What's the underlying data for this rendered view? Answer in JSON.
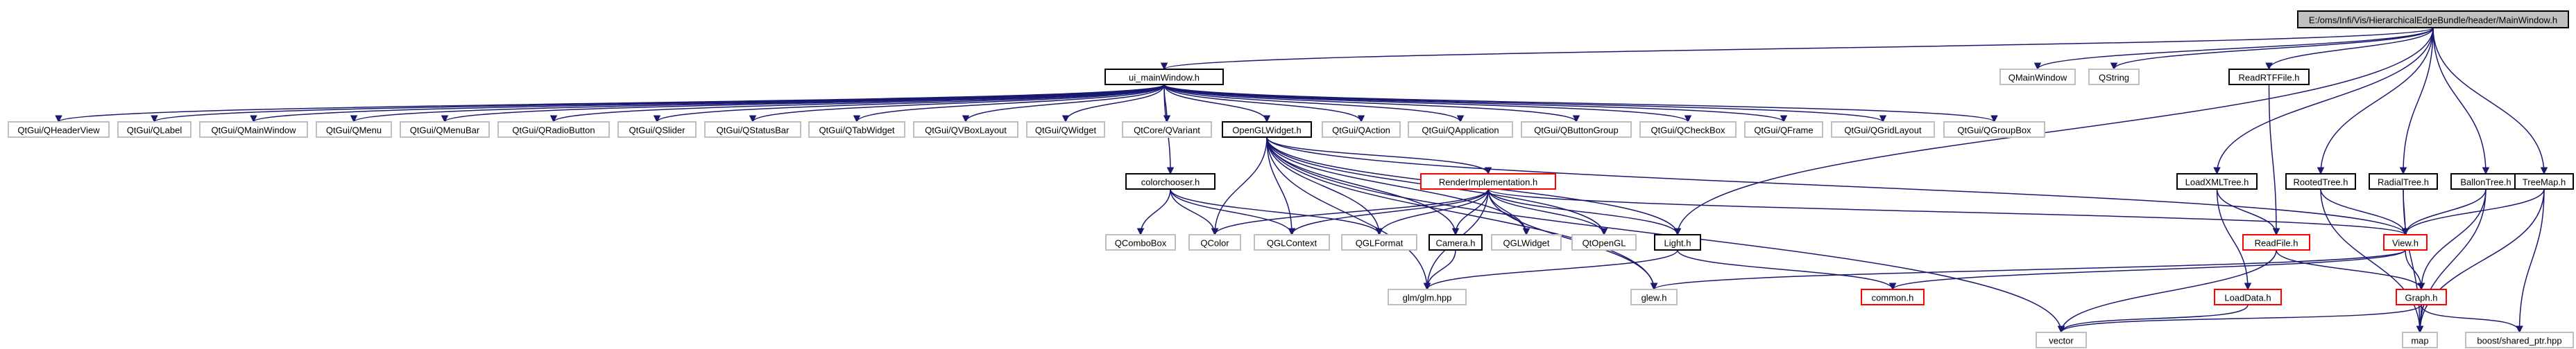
{
  "diagram": {
    "nodes": [
      {
        "id": "root",
        "label": "E:/oms/Infi/Vis/HierarchicalEdgeBundle/header/MainWindow.h",
        "style": "root"
      },
      {
        "id": "ui_main",
        "label": "ui_mainWindow.h",
        "style": "normal"
      },
      {
        "id": "qmainwindow",
        "label": "QMainWindow",
        "style": "external"
      },
      {
        "id": "qstring",
        "label": "QString",
        "style": "external"
      },
      {
        "id": "readrtf",
        "label": "ReadRTFFile.h",
        "style": "normal"
      },
      {
        "id": "q_headerview",
        "label": "QtGui/QHeaderView",
        "style": "external"
      },
      {
        "id": "q_label",
        "label": "QtGui/QLabel",
        "style": "external"
      },
      {
        "id": "q_mainwindow",
        "label": "QtGui/QMainWindow",
        "style": "external"
      },
      {
        "id": "q_menu",
        "label": "QtGui/QMenu",
        "style": "external"
      },
      {
        "id": "q_menubar",
        "label": "QtGui/QMenuBar",
        "style": "external"
      },
      {
        "id": "q_radiobutton",
        "label": "QtGui/QRadioButton",
        "style": "external"
      },
      {
        "id": "q_slider",
        "label": "QtGui/QSlider",
        "style": "external"
      },
      {
        "id": "q_statusbar",
        "label": "QtGui/QStatusBar",
        "style": "external"
      },
      {
        "id": "q_tabwidget",
        "label": "QtGui/QTabWidget",
        "style": "external"
      },
      {
        "id": "q_vboxlayout",
        "label": "QtGui/QVBoxLayout",
        "style": "external"
      },
      {
        "id": "q_widget",
        "label": "QtGui/QWidget",
        "style": "external"
      },
      {
        "id": "q_variant",
        "label": "QtCore/QVariant",
        "style": "external"
      },
      {
        "id": "openglwidget",
        "label": "OpenGLWidget.h",
        "style": "normal"
      },
      {
        "id": "q_action",
        "label": "QtGui/QAction",
        "style": "external"
      },
      {
        "id": "q_application",
        "label": "QtGui/QApplication",
        "style": "external"
      },
      {
        "id": "q_buttongroup",
        "label": "QtGui/QButtonGroup",
        "style": "external"
      },
      {
        "id": "q_checkbox",
        "label": "QtGui/QCheckBox",
        "style": "external"
      },
      {
        "id": "q_frame",
        "label": "QtGui/QFrame",
        "style": "external"
      },
      {
        "id": "q_gridlayout",
        "label": "QtGui/QGridLayout",
        "style": "external"
      },
      {
        "id": "q_groupbox",
        "label": "QtGui/QGroupBox",
        "style": "external"
      },
      {
        "id": "colorchooser",
        "label": "colorchooser.h",
        "style": "normal"
      },
      {
        "id": "renderimpl",
        "label": "RenderImplementation.h",
        "style": "red"
      },
      {
        "id": "loadxmltree",
        "label": "LoadXMLTree.h",
        "style": "normal"
      },
      {
        "id": "rootedtree",
        "label": "RootedTree.h",
        "style": "normal"
      },
      {
        "id": "radialtree",
        "label": "RadialTree.h",
        "style": "normal"
      },
      {
        "id": "ballontree",
        "label": "BallonTree.h",
        "style": "normal"
      },
      {
        "id": "treemap",
        "label": "TreeMap.h",
        "style": "normal"
      },
      {
        "id": "qcombobox",
        "label": "QComboBox",
        "style": "external"
      },
      {
        "id": "qcolor",
        "label": "QColor",
        "style": "external"
      },
      {
        "id": "qglcontext",
        "label": "QGLContext",
        "style": "external"
      },
      {
        "id": "qglformat",
        "label": "QGLFormat",
        "style": "external"
      },
      {
        "id": "camera",
        "label": "Camera.h",
        "style": "normal"
      },
      {
        "id": "qglwidget",
        "label": "QGLWidget",
        "style": "external"
      },
      {
        "id": "qopengl",
        "label": "QtOpenGL",
        "style": "external"
      },
      {
        "id": "light",
        "label": "Light.h",
        "style": "normal"
      },
      {
        "id": "readfile",
        "label": "ReadFile.h",
        "style": "red"
      },
      {
        "id": "view",
        "label": "View.h",
        "style": "red"
      },
      {
        "id": "glm",
        "label": "glm/glm.hpp",
        "style": "external"
      },
      {
        "id": "glew",
        "label": "glew.h",
        "style": "external"
      },
      {
        "id": "common",
        "label": "common.h",
        "style": "red"
      },
      {
        "id": "graph",
        "label": "Graph.h",
        "style": "red"
      },
      {
        "id": "loaddata",
        "label": "LoadData.h",
        "style": "red"
      },
      {
        "id": "vector",
        "label": "vector",
        "style": "external"
      },
      {
        "id": "map",
        "label": "map",
        "style": "external"
      },
      {
        "id": "boost",
        "label": "boost/shared_ptr.hpp",
        "style": "external"
      }
    ],
    "edges": [
      [
        "root",
        "ui_main"
      ],
      [
        "root",
        "qmainwindow"
      ],
      [
        "root",
        "qstring"
      ],
      [
        "root",
        "readrtf"
      ],
      [
        "root",
        "loadxmltree"
      ],
      [
        "root",
        "rootedtree"
      ],
      [
        "root",
        "radialtree"
      ],
      [
        "root",
        "ballontree"
      ],
      [
        "root",
        "treemap"
      ],
      [
        "root",
        "light"
      ],
      [
        "ui_main",
        "q_headerview"
      ],
      [
        "ui_main",
        "q_label"
      ],
      [
        "ui_main",
        "q_mainwindow"
      ],
      [
        "ui_main",
        "q_menu"
      ],
      [
        "ui_main",
        "q_menubar"
      ],
      [
        "ui_main",
        "q_radiobutton"
      ],
      [
        "ui_main",
        "q_slider"
      ],
      [
        "ui_main",
        "q_statusbar"
      ],
      [
        "ui_main",
        "q_tabwidget"
      ],
      [
        "ui_main",
        "q_vboxlayout"
      ],
      [
        "ui_main",
        "q_widget"
      ],
      [
        "ui_main",
        "q_variant"
      ],
      [
        "ui_main",
        "openglwidget"
      ],
      [
        "ui_main",
        "q_action"
      ],
      [
        "ui_main",
        "q_application"
      ],
      [
        "ui_main",
        "q_buttongroup"
      ],
      [
        "ui_main",
        "q_checkbox"
      ],
      [
        "ui_main",
        "q_frame"
      ],
      [
        "ui_main",
        "q_gridlayout"
      ],
      [
        "ui_main",
        "q_groupbox"
      ],
      [
        "ui_main",
        "colorchooser"
      ],
      [
        "readrtf",
        "readfile"
      ],
      [
        "openglwidget",
        "renderimpl"
      ],
      [
        "openglwidget",
        "qcolor"
      ],
      [
        "openglwidget",
        "qglcontext"
      ],
      [
        "openglwidget",
        "qglformat"
      ],
      [
        "openglwidget",
        "camera"
      ],
      [
        "openglwidget",
        "qglwidget"
      ],
      [
        "openglwidget",
        "qopengl"
      ],
      [
        "openglwidget",
        "light"
      ],
      [
        "openglwidget",
        "glew"
      ],
      [
        "openglwidget",
        "view"
      ],
      [
        "openglwidget",
        "vector"
      ],
      [
        "openglwidget",
        "glm"
      ],
      [
        "colorchooser",
        "qcombobox"
      ],
      [
        "colorchooser",
        "qcolor"
      ],
      [
        "colorchooser",
        "qglcontext"
      ],
      [
        "colorchooser",
        "qglformat"
      ],
      [
        "renderimpl",
        "qcolor"
      ],
      [
        "renderimpl",
        "qglcontext"
      ],
      [
        "renderimpl",
        "qglformat"
      ],
      [
        "renderimpl",
        "camera"
      ],
      [
        "renderimpl",
        "qglwidget"
      ],
      [
        "renderimpl",
        "qopengl"
      ],
      [
        "renderimpl",
        "light"
      ],
      [
        "renderimpl",
        "glew"
      ],
      [
        "renderimpl",
        "view"
      ],
      [
        "renderimpl",
        "glm"
      ],
      [
        "camera",
        "glm"
      ],
      [
        "light",
        "glm"
      ],
      [
        "light",
        "common"
      ],
      [
        "loadxmltree",
        "readfile"
      ],
      [
        "loadxmltree",
        "loaddata"
      ],
      [
        "rootedtree",
        "view"
      ],
      [
        "rootedtree",
        "map"
      ],
      [
        "radialtree",
        "view"
      ],
      [
        "radialtree",
        "map"
      ],
      [
        "ballontree",
        "view"
      ],
      [
        "ballontree",
        "graph"
      ],
      [
        "ballontree",
        "map"
      ],
      [
        "treemap",
        "view"
      ],
      [
        "treemap",
        "map"
      ],
      [
        "treemap",
        "boost"
      ],
      [
        "readfile",
        "graph"
      ],
      [
        "readfile",
        "vector"
      ],
      [
        "view",
        "common"
      ],
      [
        "view",
        "glew"
      ],
      [
        "view",
        "graph"
      ],
      [
        "graph",
        "vector"
      ],
      [
        "graph",
        "map"
      ],
      [
        "graph",
        "boost"
      ],
      [
        "loaddata",
        "vector"
      ]
    ]
  },
  "colors": {
    "edge": "#191970",
    "root_fill": "#bfbfbf",
    "normal_border": "#000000",
    "red_border": "#ff0000",
    "external_border": "#bfbfbf",
    "text": "#000000"
  }
}
